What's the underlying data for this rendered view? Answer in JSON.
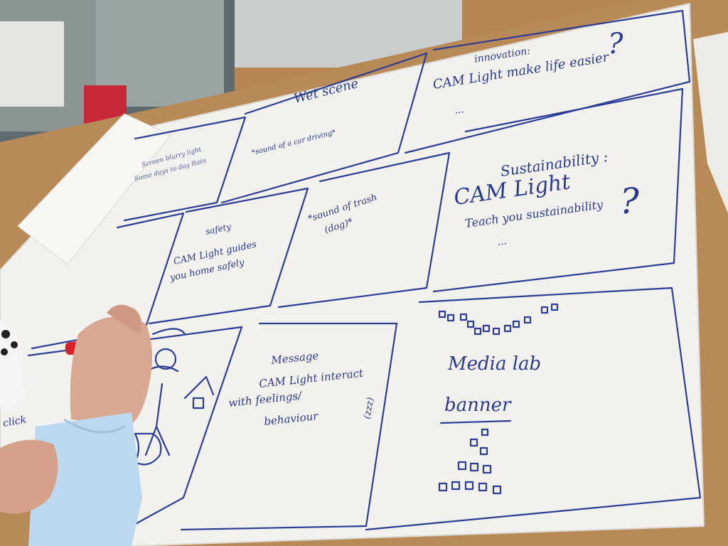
{
  "panels": {
    "wet_scene": "Wet scene",
    "sound_car_drive": "*sound of a car driving*",
    "innovation_title": "innovation:",
    "innovation_body": "CAM Light make life easier",
    "innovation_dots": "...",
    "sustainability_title": "Sustainability :",
    "sustainability_name": "CAM Light",
    "sustainability_body": "Teach you sustainability",
    "sustainability_dots": "...",
    "safety_title": "safety",
    "safety_line1": "CAM Light guides",
    "safety_line2": "you home safely",
    "sound_trash_line1": "*sound of trash",
    "sound_trash_line2": "(dog)*",
    "message_title": "Message",
    "message_line1": "CAM Light interact",
    "message_line2": "with feelings/",
    "message_line3": "behaviour",
    "zzz": "(zzz)",
    "medialab_line1": "Media lab",
    "medialab_line2": "banner",
    "click": "click",
    "topleft_line1": "Screen blurry light",
    "topleft_line2": "Some days to day Rain"
  },
  "colors": {
    "ink": "#2c3d95",
    "paper": "#f3f2f0",
    "table": "#b98a5a",
    "shirt": "#bcd8ee",
    "marker": "#d8202a"
  }
}
